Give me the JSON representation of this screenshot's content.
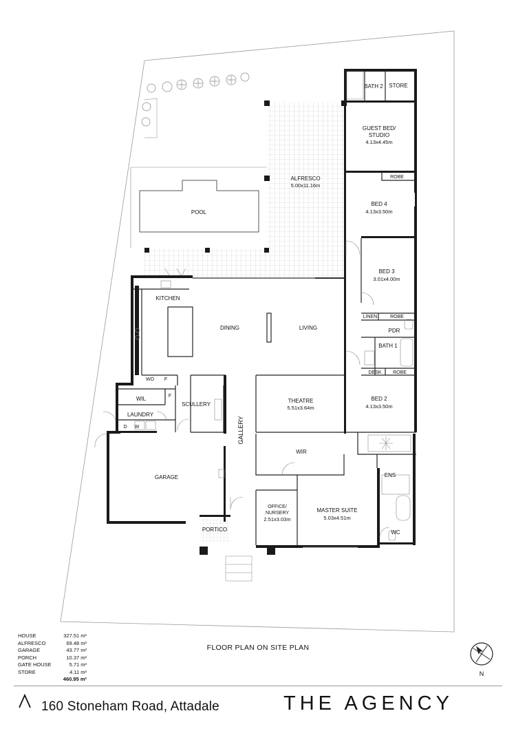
{
  "plan": {
    "rooms": {
      "bath2": "BATH 2",
      "store": "STORE",
      "guest_bed": "GUEST BED/",
      "guest_bed_2": "STUDIO",
      "guest_bed_dim": "4.13x4.45m",
      "alfresco": "ALFRESCO",
      "alfresco_dim": "5.00x11.16m",
      "robe_a": "ROBE",
      "bed4": "BED 4",
      "bed4_dim": "4.13x3.50m",
      "pool": "POOL",
      "bed3": "BED 3",
      "bed3_dim": "3.01x4.00m",
      "kitchen": "KITCHEN",
      "linen": "LINEN",
      "robe_b": "ROBE",
      "dining": "DINING",
      "living": "LIVING",
      "pdr": "PDR",
      "bath1": "BATH 1",
      "desk": "DESK",
      "robe_c": "ROBE",
      "wo": "WO",
      "f1": "F",
      "f2": "F",
      "wil": "WIL",
      "scullery": "SCULLERY",
      "theatre": "THEATRE",
      "theatre_dim": "5.51x3.64m",
      "bed2": "BED 2",
      "bed2_dim": "4.13x3.50m",
      "laundry": "LAUNDRY",
      "d": "D",
      "w": "W",
      "gallery": "GALLERY",
      "wir": "WIR",
      "ens": "ENS",
      "garage": "GARAGE",
      "office": "OFFICE/",
      "office_2": "NURSERY",
      "office_dim": "2.51x3.03m",
      "master": "MASTER SUITE",
      "master_dim": "5.03x4.51m",
      "wc": "WC",
      "portico": "PORTICO"
    }
  },
  "areas": [
    {
      "label": "HOUSE",
      "value": "327.51 m²"
    },
    {
      "label": "ALFRESCO",
      "value": "69.48 m²"
    },
    {
      "label": "GARAGE",
      "value": "43.77 m²"
    },
    {
      "label": "PORCH",
      "value": "10.37 m²"
    },
    {
      "label": "GATE HOUSE",
      "value": "5.71 m²"
    },
    {
      "label": "STORE",
      "value": "4.11 m²"
    }
  ],
  "areas_total": "460.95 m²",
  "title": "FLOOR PLAN ON SITE PLAN",
  "north_label": "N",
  "address": "160 Stoneham Road, Attadale",
  "brand": "THE AGENCY"
}
